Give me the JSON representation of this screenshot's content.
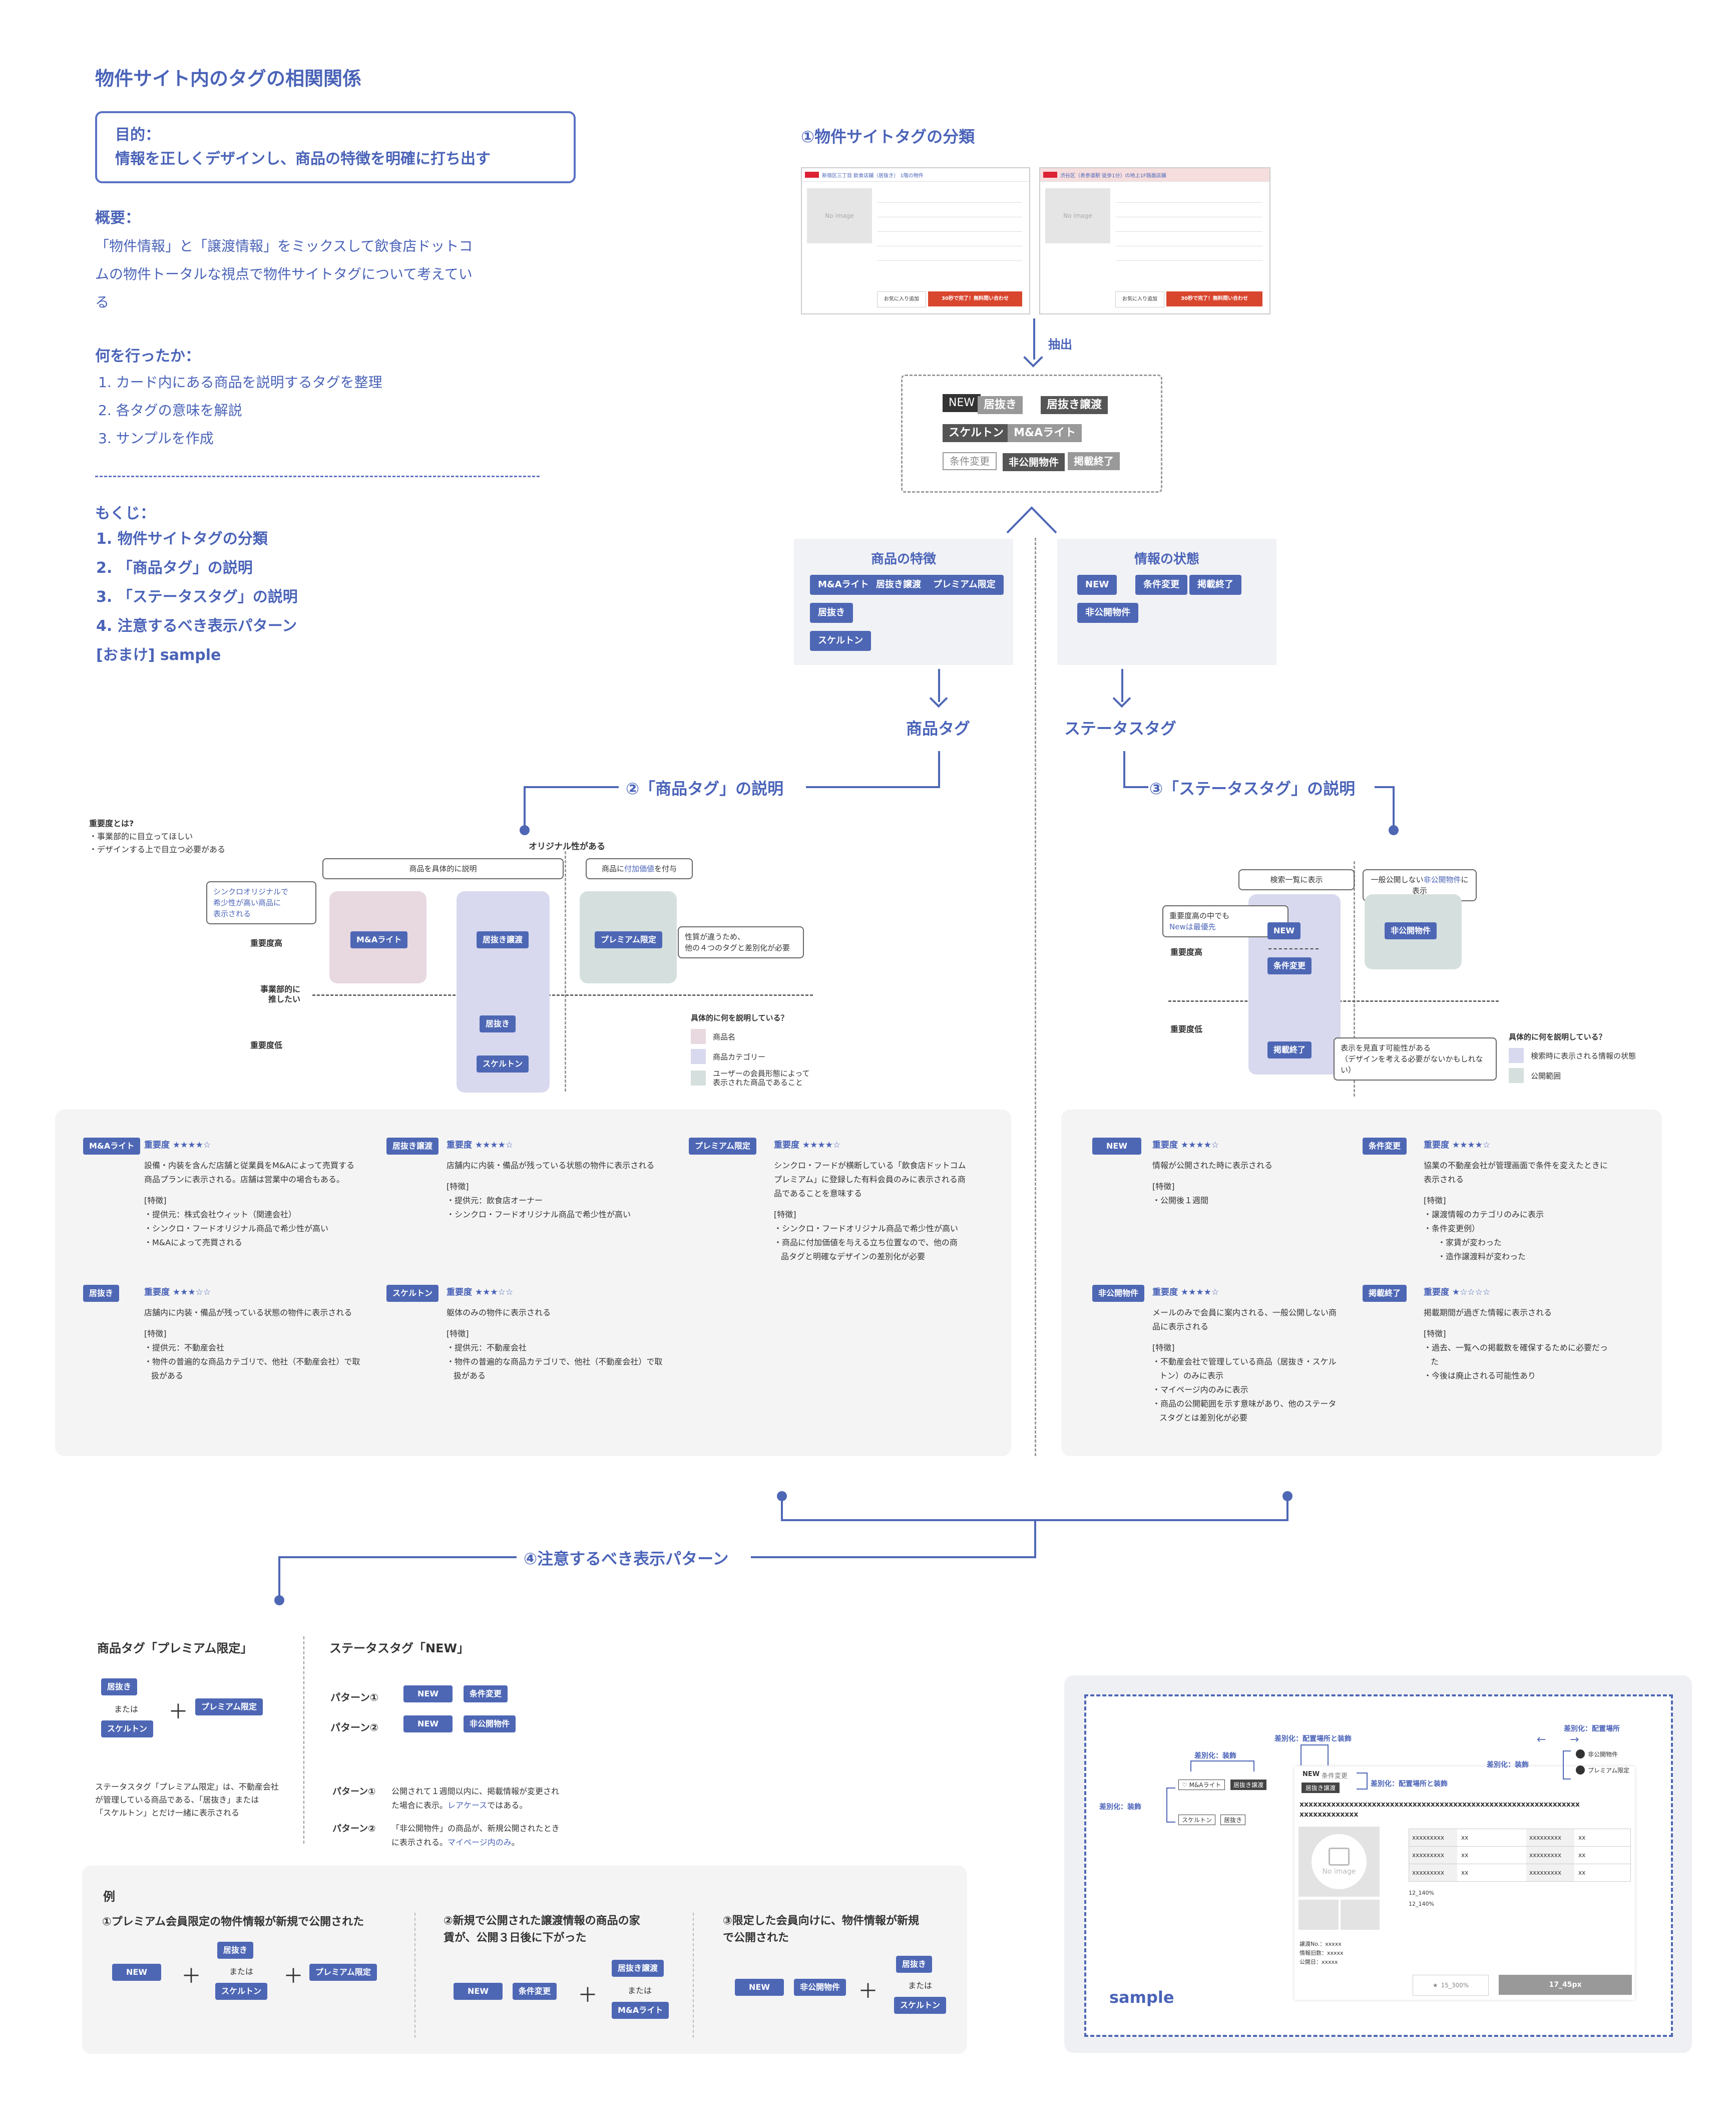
{
  "title": "物件サイト内のタグの相関関係",
  "purpose": {
    "label": "目的：",
    "text": "情報を正しくデザインし、商品の特徴を明確に打ち出す"
  },
  "overview": {
    "label": "概要：",
    "line1": "「物件情報」と「譲渡情報」をミックスして飲食店ドットコ",
    "line2": "ムの物件トータルな視点で物件サイトタグについて考えてい",
    "line3": "る"
  },
  "done": {
    "label": "何を行ったか：",
    "items": [
      "1. カード内にある商品を説明するタグを整理",
      "2. 各タグの意味を解説",
      "3. サンプルを作成"
    ]
  },
  "toc": {
    "label": "もくじ：",
    "items": [
      "1. 物件サイトタグの分類",
      "2. 「商品タグ」の説明",
      "3. 「ステータスタグ」の説明",
      "4. 注意するべき表示パターン",
      "[おまけ] sample"
    ]
  },
  "section1": {
    "title": "①物件サイトタグの分類",
    "extract": "抽出",
    "card1_heading": "新宿区三丁目 飲食店舗（居抜き） 1階の物件",
    "card2_heading": "渋谷区（表参道駅 徒歩1分）の地上1F路面店舗",
    "no_image": "No image",
    "card_btn_fav": "お気に入り追加",
    "card_btn_cta": "30秒で完了！無料問い合わせ",
    "extracted_tags": {
      "new": "NEW",
      "inuki": "居抜き",
      "inuki_joto": "居抜き譲渡",
      "skeleton": "スケルトン",
      "ma": "M&Aライト",
      "joken": "条件変更",
      "hikokai": "非公開物件",
      "shuryo": "掲載終了"
    },
    "feature_box": {
      "title": "商品の特徴",
      "tags": [
        "M&Aライト",
        "居抜き譲渡",
        "プレミアム限定",
        "居抜き",
        "スケルトン"
      ]
    },
    "status_box": {
      "title": "情報の状態",
      "tags": [
        "NEW",
        "条件変更",
        "掲載終了",
        "非公開物件"
      ]
    },
    "product_tag_label": "商品タグ",
    "status_tag_label": "ステータスタグ"
  },
  "section2": {
    "title": "②「商品タグ」の説明",
    "importance_q": "重要度とは?",
    "importance_items": [
      "・事業部的に目立ってほしい",
      "・デザインする上で目立つ必要がある"
    ],
    "axis_top": "オリジナル性がある",
    "note_left": "商品を具体的に説明",
    "note_right_a": "商品に",
    "note_right_b": "付加価値",
    "note_right_c": "を付与",
    "callout_left_l1": "シンクロオリジナルで",
    "callout_left_l2": "希少性が高い商品に",
    "callout_left_l3": "表示される",
    "callout_right_l1": "性質が違うため、",
    "callout_right_l2": "他の４つのタグと差別化が必要",
    "imp_high": "重要度高",
    "imp_low": "重要度低",
    "biz_l1": "事業部的に",
    "biz_l2": "推したい",
    "legend_q": "具体的に何を説明している？",
    "legend": [
      "商品名",
      "商品カテゴリー",
      "ユーザーの会員形態によって",
      "表示された商品であること"
    ],
    "tags": {
      "ma": "M&Aライト",
      "joto": "居抜き譲渡",
      "premium": "プレミアム限定",
      "inuki": "居抜き",
      "skeleton": "スケルトン"
    },
    "cards": [
      {
        "tag": "M&Aライト",
        "stars": "重要度 ★★★★☆",
        "desc1": "設備・内装を含んだ店舗と従業員をM&Aによって売買する",
        "desc2": "商品プランに表示される。店舗は営業中の場合もある。",
        "feat": "[特徴]",
        "f1": "・提供元：株式会社ウィット（関連会社）",
        "f2": "・シンクロ・フードオリジナル商品で希少性が高い",
        "f3": "・M&Aによって売買される"
      },
      {
        "tag": "居抜き譲渡",
        "stars": "重要度 ★★★★☆",
        "desc1": "店舗内に内装・備品が残っている状態の物件に表示される",
        "desc2": "",
        "feat": "[特徴]",
        "f1": "・提供元：飲食店オーナー",
        "f2": "・シンクロ・フードオリジナル商品で希少性が高い",
        "f3": ""
      },
      {
        "tag": "プレミアム限定",
        "stars": "重要度 ★★★★☆",
        "desc1": "シンクロ・フードが横断している「飲食店ドットコム",
        "desc2": "プレミアム」に登録した有料会員のみに表示される商",
        "desc3": "品であることを意味する",
        "feat": "[特徴]",
        "f1": "・シンクロ・フードオリジナル商品で希少性が高い",
        "f2": "・商品に付加価値を与える立ち位置なので、他の商",
        "f3": "品タグと明確なデザインの差別化が必要"
      },
      {
        "tag": "居抜き",
        "stars": "重要度 ★★★☆☆",
        "desc1": "店舗内に内装・備品が残っている状態の物件に表示される",
        "desc2": "",
        "feat": "[特徴]",
        "f1": "・提供元：不動産会社",
        "f2": "・物件の普遍的な商品カテゴリで、他社（不動産会社）で取",
        "f3": "扱がある"
      },
      {
        "tag": "スケルトン",
        "stars": "重要度 ★★★☆☆",
        "desc1": "躯体のみの物件に表示される",
        "desc2": "",
        "feat": "[特徴]",
        "f1": "・提供元：不動産会社",
        "f2": "・物件の普遍的な商品カテゴリで、他社（不動産会社）で取",
        "f3": "扱がある"
      }
    ]
  },
  "section3": {
    "title": "③「ステータスタグ」の説明",
    "note_left": "検索一覧に表示",
    "note_right_a": "一般公開しない",
    "note_right_b": "非公開物件",
    "note_right_c": "に表示",
    "callout_new_l1": "重要度高の中でも",
    "callout_new_l2": "Newは最優先",
    "callout_end_l1": "表示を見直す可能性がある",
    "callout_end_l2": "（デザインを考える必要がないかもしれない）",
    "imp_high": "重要度高",
    "imp_low": "重要度低",
    "legend_q": "具体的に何を説明している？",
    "legend": [
      "検索時に表示される情報の状態",
      "公開範囲"
    ],
    "tags": {
      "new": "NEW",
      "joken": "条件変更",
      "shuryo": "掲載終了",
      "hikokai": "非公開物件"
    },
    "cards": [
      {
        "tag": "NEW",
        "stars": "重要度 ★★★★☆",
        "desc1": "情報が公開された時に表示される",
        "desc2": "",
        "feat": "[特徴]",
        "f1": "・公開後１週間",
        "f2": "",
        "f3": "",
        "f4": ""
      },
      {
        "tag": "条件変更",
        "stars": "重要度 ★★★★☆",
        "desc1": "協業の不動産会社が管理画面で条件を変えたときに",
        "desc2": "表示される",
        "feat": "[特徴]",
        "f1": "・譲渡情報のカテゴリのみに表示",
        "f2": "・条件変更例）",
        "f3": "・家賃が変わった",
        "f4": "・造作譲渡料が変わった"
      },
      {
        "tag": "非公開物件",
        "stars": "重要度 ★★★★☆",
        "desc1": "メールのみで会員に案内される、一般公開しない商",
        "desc2": "品に表示される",
        "feat": "[特徴]",
        "f1": "・不動産会社で管理している商品（居抜き・スケル",
        "f2": "トン）のみに表示",
        "f3": "・マイページ内のみに表示",
        "f4": "・商品の公開範囲を示す意味があり、他のステータ",
        "f5": "スタグとは差別化が必要"
      },
      {
        "tag": "掲載終了",
        "stars": "重要度 ★☆☆☆☆",
        "desc1": "掲載期間が過ぎた情報に表示される",
        "desc2": "",
        "feat": "[特徴]",
        "f1": "・過去、一覧への掲載数を確保するために必要だっ",
        "f2": "た",
        "f3": "・今後は廃止される可能性あり",
        "f4": ""
      }
    ]
  },
  "section4": {
    "title": "④注意するべき表示パターン",
    "left_heading": "商品タグ「プレミアム限定」",
    "right_heading": "ステータスタグ「NEW」",
    "or": "または",
    "plus": "＋",
    "left_note_l1": "ステータスタグ「プレミアム限定」は、不動産会社",
    "left_note_l2": "が管理している商品である、「居抜き」または",
    "left_note_l3": "「スケルトン」とだけ一緒に表示される",
    "pattern1": "パターン①",
    "pattern2": "パターン②",
    "p1_desc_l1": "公開されて１週間以内に、掲載情報が変更され",
    "p1_desc_l2a": "た場合に表示。",
    "p1_desc_l2b": "レアケース",
    "p1_desc_l2c": "ではある。",
    "p2_desc_l1": "「非公開物件」の商品が、新規公開されたとき",
    "p2_desc_l2a": "に表示される。",
    "p2_desc_l2b": "マイページ内のみ",
    "p2_desc_l2c": "。",
    "example_label": "例",
    "ex1_l1": "①プレミアム会員限定の物件情報が新規で公開された",
    "ex2_l1": "②新規で公開された譲渡情報の商品の家",
    "ex2_l2": "賃が、公開３日後に下がった",
    "ex3_l1": "③限定した会員向けに、物件情報が新規",
    "ex3_l2": "で公開された"
  },
  "sample": {
    "label": "sample",
    "diff_deco": "差別化：装飾",
    "diff_place_deco": "差別化：配置場所と装飾",
    "diff_place": "差別化：配置場所",
    "new": "NEW",
    "joken": "条件変更",
    "inuki_joto": "居抜き譲渡",
    "ma": "M&Aライト",
    "skeleton": "スケルトン",
    "inuki": "居抜き",
    "hikokai": "非公開物件",
    "premium": "プレミアム限定",
    "xline": "xxxxxxxxxxxxxxxxxxxxxxxxxxxxxxxxxxxxxxxxxxxxxxxxxxxxxxxxxxxxxx",
    "xshort": "xxxxxxxxxxxxx",
    "no_image": "No image",
    "cell": "xxxxxxxxx",
    "xx": "xx",
    "v1": "12_140%",
    "v2": "12_140%",
    "meta1": "譲渡No.：xxxxx",
    "meta2": "情報旧数：xxxxx",
    "meta3": "公開日：xxxxx",
    "btn_fav": "15_300%",
    "btn_cta": "17_45px"
  }
}
